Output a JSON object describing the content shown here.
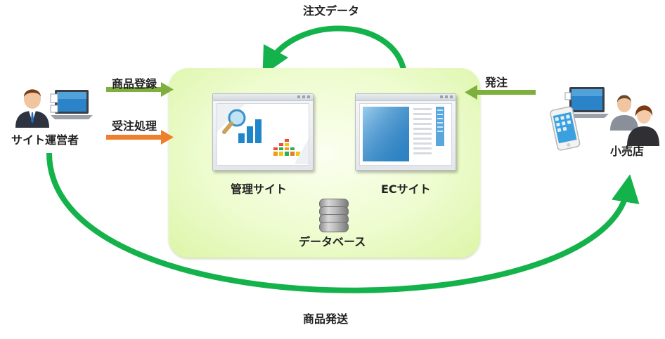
{
  "nodes": {
    "operator": "サイト運営者",
    "retailer": "小売店",
    "admin_site": "管理サイト",
    "ec_site": "ECサイト",
    "database": "データベース"
  },
  "edges": {
    "order_data": "注文データ",
    "product_registration": "商品登録",
    "order_processing": "受注処理",
    "ordering": "発注",
    "product_shipping": "商品発送"
  },
  "colors": {
    "cycle_arrow": "#14b24a",
    "register_arrow": "#7fb03f",
    "processing_arrow": "#ee7f2d",
    "order_arrow": "#7fb03f",
    "panel": "#e8fbc2"
  }
}
